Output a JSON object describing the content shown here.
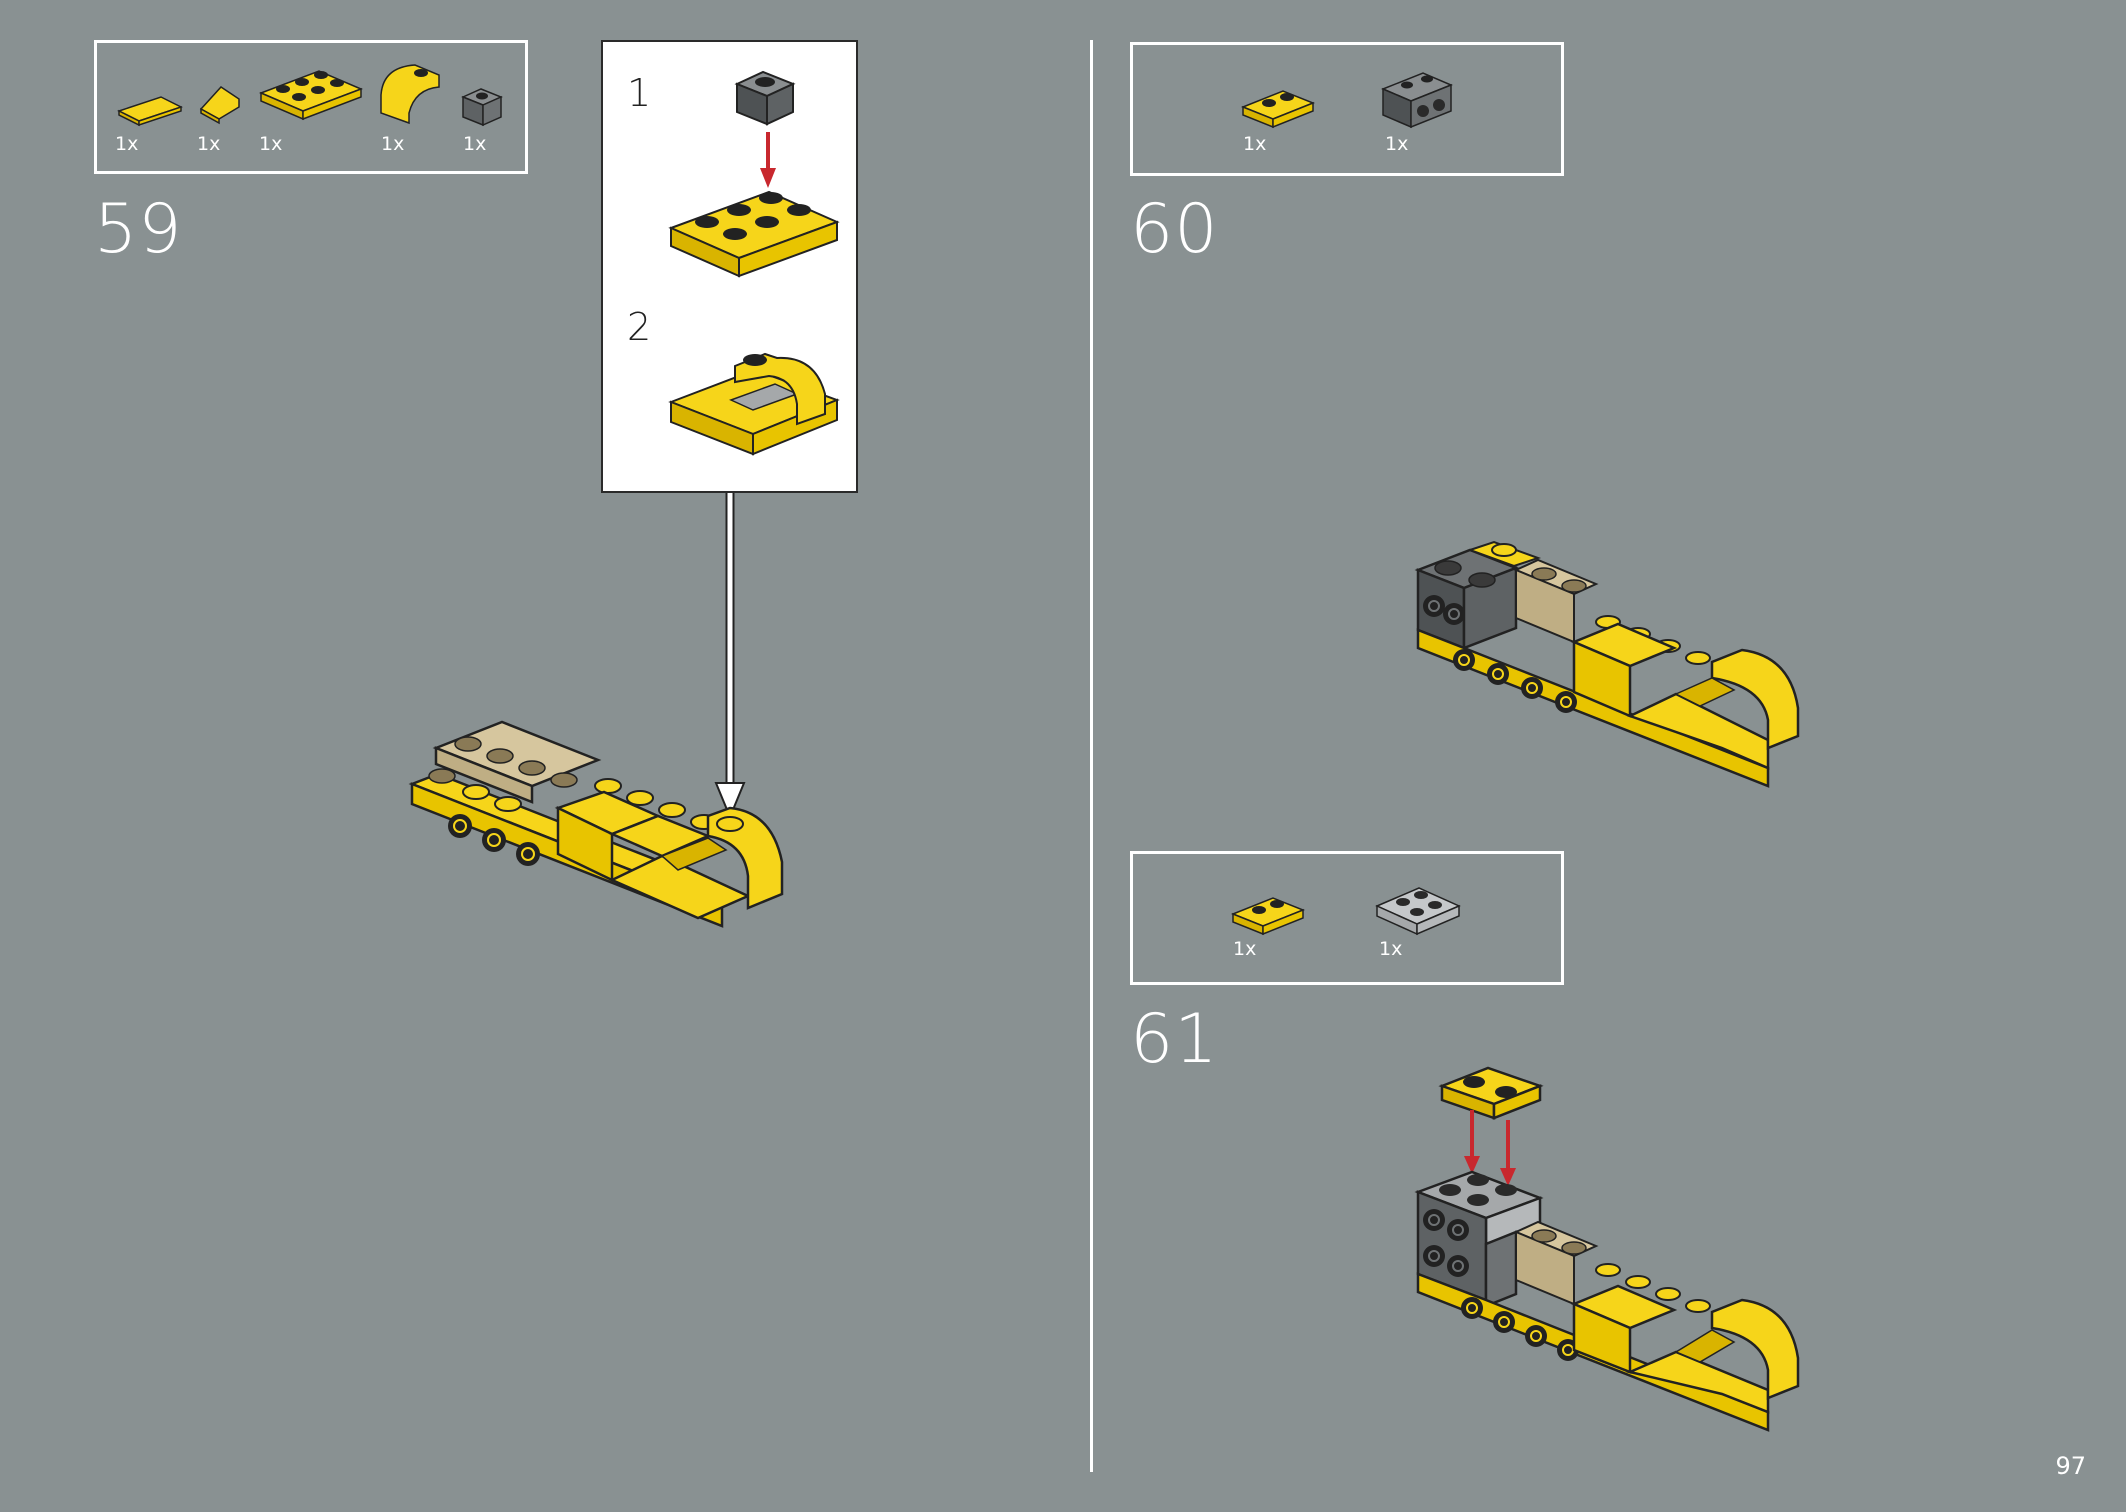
{
  "steps": [
    {
      "number": "59",
      "parts": [
        {
          "qty": "1x",
          "icon": "yellow-tile-icon"
        },
        {
          "qty": "1x",
          "icon": "yellow-slope-icon"
        },
        {
          "qty": "1x",
          "icon": "yellow-plate-2x3-icon"
        },
        {
          "qty": "1x",
          "icon": "yellow-curved-slope-icon"
        },
        {
          "qty": "1x",
          "icon": "dark-gray-brick-1x1-icon"
        }
      ],
      "callout": {
        "sub_steps": [
          "1",
          "2"
        ]
      }
    },
    {
      "number": "60",
      "parts": [
        {
          "qty": "1x",
          "icon": "yellow-plate-1x2-icon"
        },
        {
          "qty": "1x",
          "icon": "dark-gray-brick-studs-side-icon"
        }
      ]
    },
    {
      "number": "61",
      "parts": [
        {
          "qty": "1x",
          "icon": "yellow-plate-1x2-icon"
        },
        {
          "qty": "1x",
          "icon": "light-gray-plate-2x2-icon"
        }
      ]
    }
  ],
  "page_number": "97",
  "colors": {
    "background": "#899192",
    "yellow": "#f6d51a",
    "yellow_dark": "#d9b400",
    "tan": "#d6c69e",
    "dark_gray": "#5e6264",
    "light_gray": "#a5a8aa",
    "arrow_red": "#c8282e"
  }
}
